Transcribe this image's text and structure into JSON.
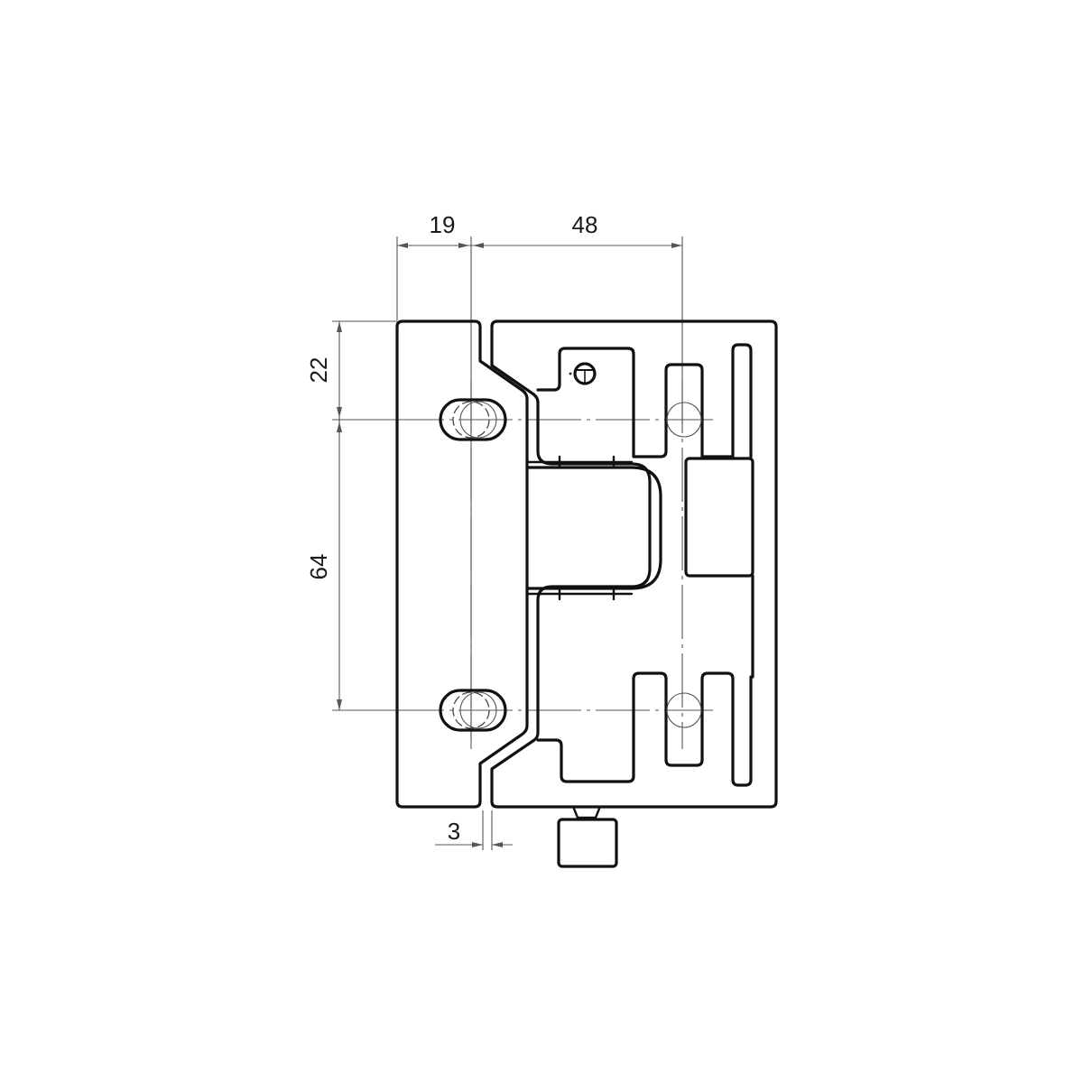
{
  "drawing": {
    "subject": "concealed hinge, front view",
    "line_color": "#111111",
    "dimension_line_color": "#555555",
    "background": "#ffffff"
  },
  "dimensions": {
    "top_left": {
      "label": "19",
      "orientation": "horizontal"
    },
    "top_right": {
      "label": "48",
      "orientation": "horizontal"
    },
    "left_upper": {
      "label": "22",
      "orientation": "vertical"
    },
    "left_lower": {
      "label": "64",
      "orientation": "vertical"
    },
    "bottom_gap": {
      "label": "3",
      "orientation": "horizontal"
    }
  },
  "parts": [
    {
      "id": "left-leaf",
      "description": "Left mounting plate with two slotted holes"
    },
    {
      "id": "right-leaf",
      "description": "Right body with cam slots and adjustment screw"
    },
    {
      "id": "knuckle",
      "description": "Central curved link"
    },
    {
      "id": "block",
      "description": "Rectangular block on right side"
    },
    {
      "id": "adjust-screw",
      "description": "Small screw head at top"
    },
    {
      "id": "bottom-tab",
      "description": "Tab protruding below body"
    }
  ]
}
